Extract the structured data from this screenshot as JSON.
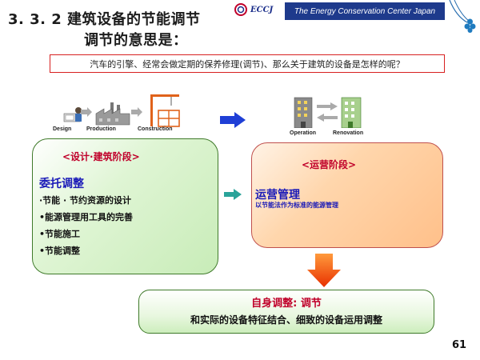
{
  "slide": {
    "title_line1": "3. 3. 2  建筑设备的节能调节",
    "title_line2": "调节的意思是：",
    "logo_text": "ECCJ",
    "header_banner": "The Energy Conservation Center Japan",
    "question": "汽车的引擎、经常会做定期的保养修理(调节)、那么关于建筑的设备是怎样的呢？",
    "stages_left": [
      "Design",
      "Production",
      "Construction"
    ],
    "stages_right": [
      "Operation",
      "Renovation"
    ],
    "left_box": {
      "heading": "<设计·建筑阶段>",
      "subtitle": "委托调整",
      "items": [
        "·节能 · 节约资源的设计",
        "•能源管理用工具的完善",
        "•节能施工",
        "•节能调整"
      ]
    },
    "right_box": {
      "heading": "<运营阶段>",
      "subtitle": "运营管理",
      "note": "以节能法作为标准的能源管理"
    },
    "bottom_box": {
      "heading": "自身调整: 调节",
      "text": "和实际的设备特征结合、细致的设备运用调整"
    },
    "page_number": "61",
    "colors": {
      "banner": "#1e3a8c",
      "accent_red": "#c0002a",
      "blue_text": "#1a1ab8",
      "green_border": "#3f7a2a",
      "orange_fill": "#ffc08a",
      "arrow_blue": "#1f3fd6",
      "arrow_teal": "#2aa39a",
      "arrow_orange": "#ff4a00"
    },
    "icons": [
      "eccj-logo-icon",
      "clover-icon",
      "designer-icon",
      "factory-icon",
      "crane-icon",
      "building-icon",
      "renovated-building-icon"
    ]
  }
}
